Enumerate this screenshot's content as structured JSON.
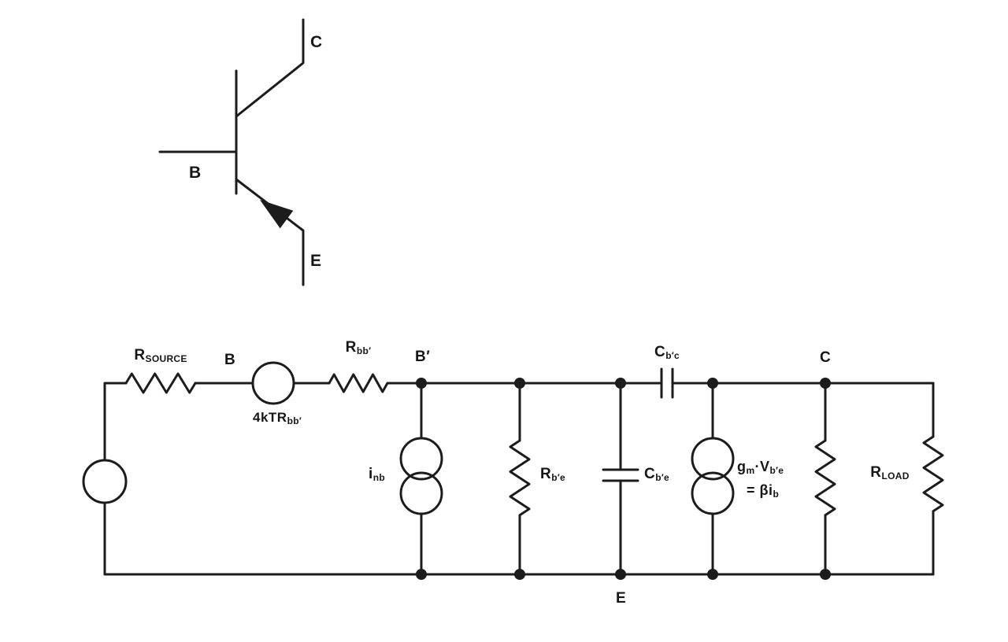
{
  "transistor": {
    "collector": "C",
    "base": "B",
    "emitter": "E"
  },
  "circuit": {
    "r_source": {
      "base": "R",
      "sub": "SOURCE"
    },
    "node_b": "B",
    "noise_source": {
      "base": "4kTR",
      "sub": "bb′"
    },
    "r_bb": {
      "base": "R",
      "sub": "bb′"
    },
    "node_b_prime": "B′",
    "i_nb": {
      "base": "i",
      "sub": "nb"
    },
    "r_be": {
      "base": "R",
      "sub": "b′e"
    },
    "c_bc": {
      "base": "C",
      "sub": "b′c"
    },
    "c_be": {
      "base": "C",
      "sub": "b′e"
    },
    "gm_line1": {
      "base": "g",
      "sub": "m",
      "base2": "·V",
      "sub2": "b′e"
    },
    "gm_line2": {
      "base": "= βi",
      "sub": "b"
    },
    "node_c": "C",
    "r_load": {
      "base": "R",
      "sub": "LOAD"
    },
    "node_e": "E"
  },
  "colors": {
    "line": "#1c1c1c",
    "background": "#ffffff"
  }
}
